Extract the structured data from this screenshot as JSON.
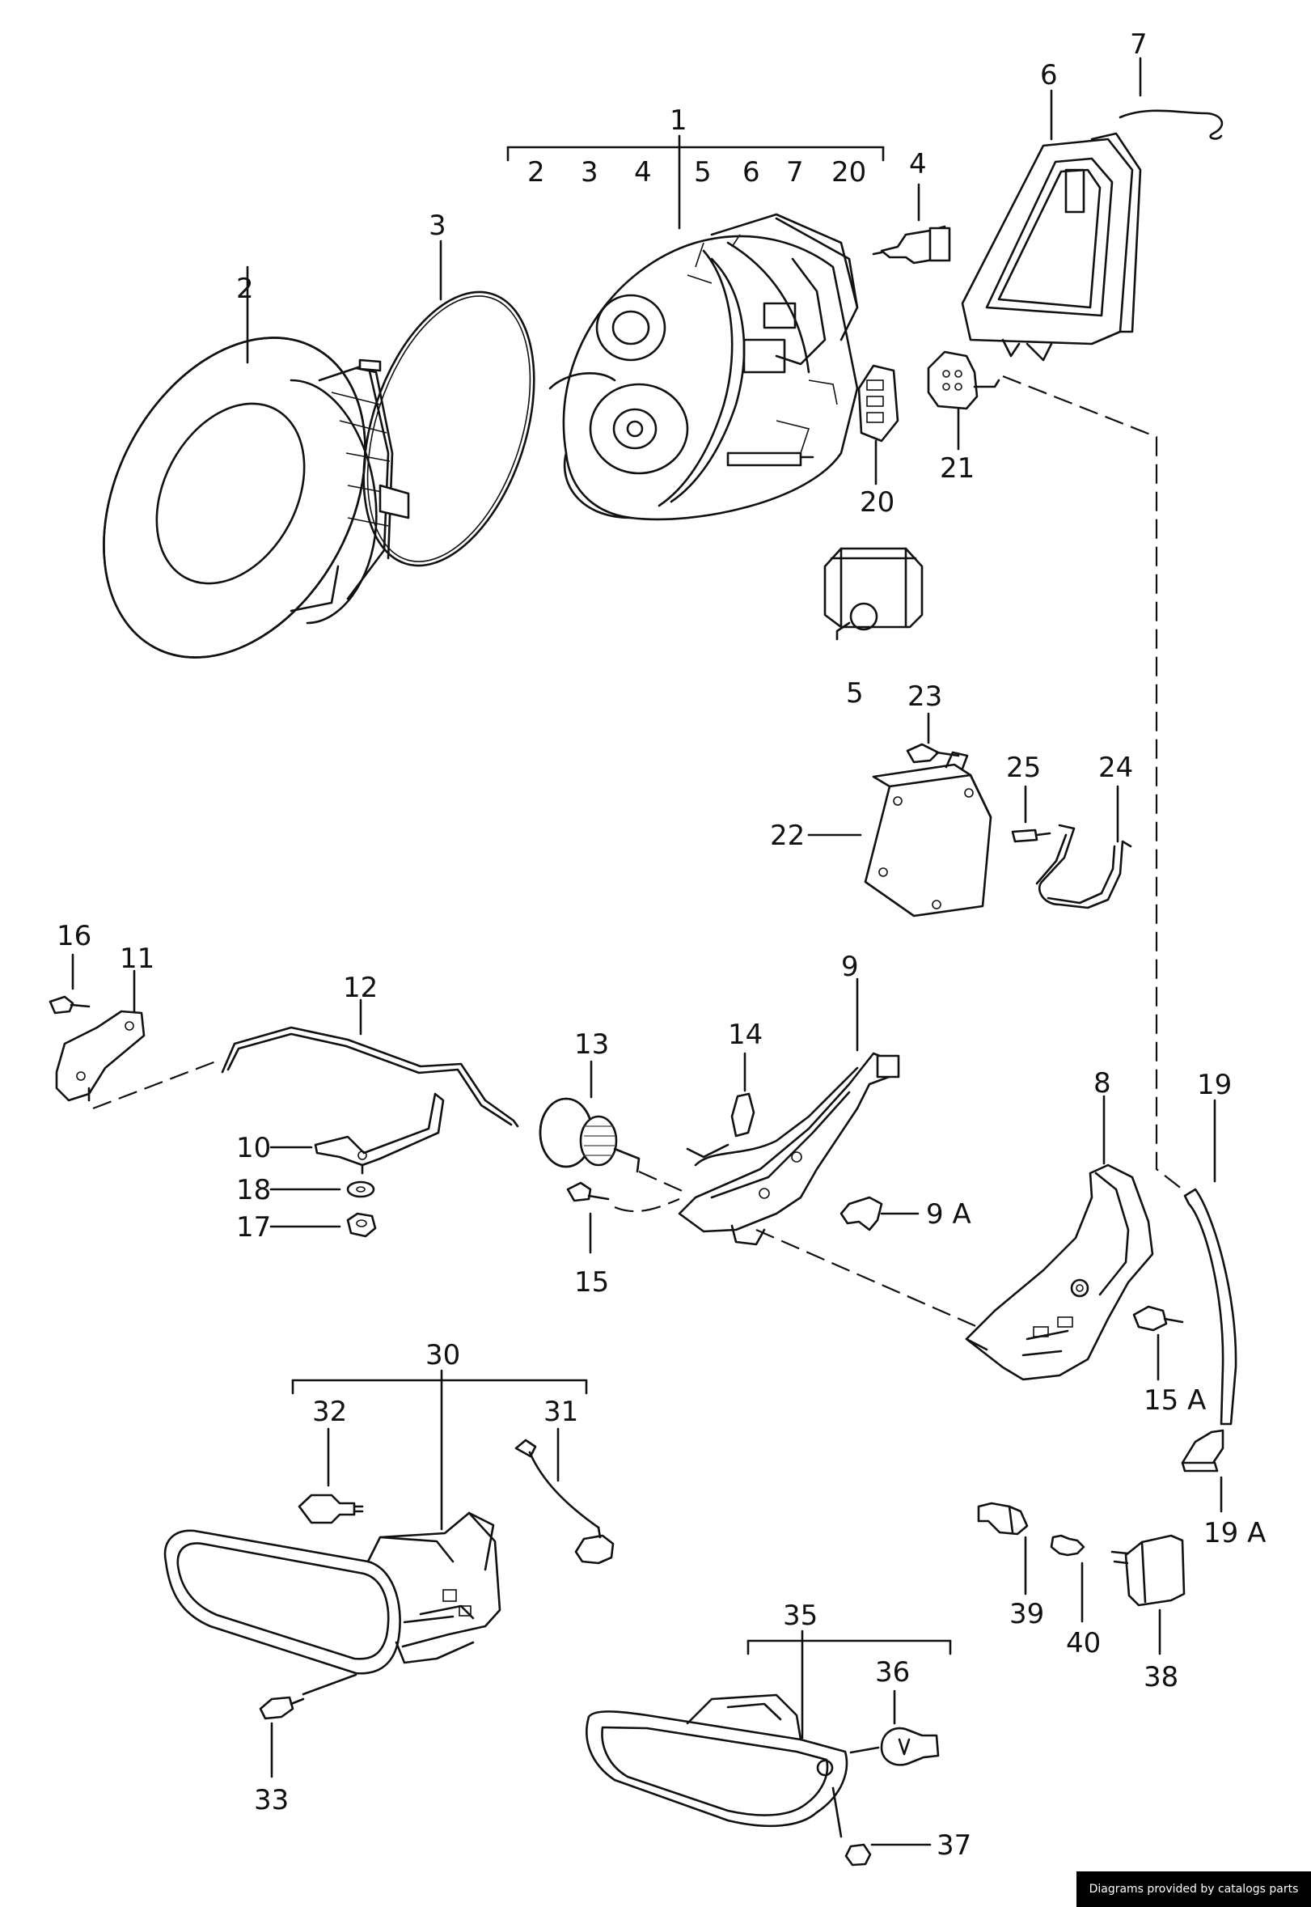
{
  "group_1": {
    "label": "1",
    "items": [
      "2",
      "3",
      "4",
      "5",
      "6",
      "7",
      "20"
    ]
  },
  "group_30": {
    "label": "30"
  },
  "group_35": {
    "label": "35"
  },
  "callouts": {
    "c2": "2",
    "c3": "3",
    "c4": "4",
    "c5": "5",
    "c6": "6",
    "c7": "7",
    "c8": "8",
    "c9": "9",
    "c9a": "9 A",
    "c10": "10",
    "c11": "11",
    "c12": "12",
    "c13": "13",
    "c14": "14",
    "c15": "15",
    "c15a": "15 A",
    "c16": "16",
    "c17": "17",
    "c18": "18",
    "c19": "19",
    "c19a": "19 A",
    "c20": "20",
    "c21": "21",
    "c22": "22",
    "c23": "23",
    "c24": "24",
    "c25": "25",
    "c31": "31",
    "c32": "32",
    "c33": "33",
    "c36": "36",
    "c37": "37",
    "c38": "38",
    "c39": "39",
    "c40": "40"
  },
  "credit": "Diagrams provided by catalogs parts"
}
